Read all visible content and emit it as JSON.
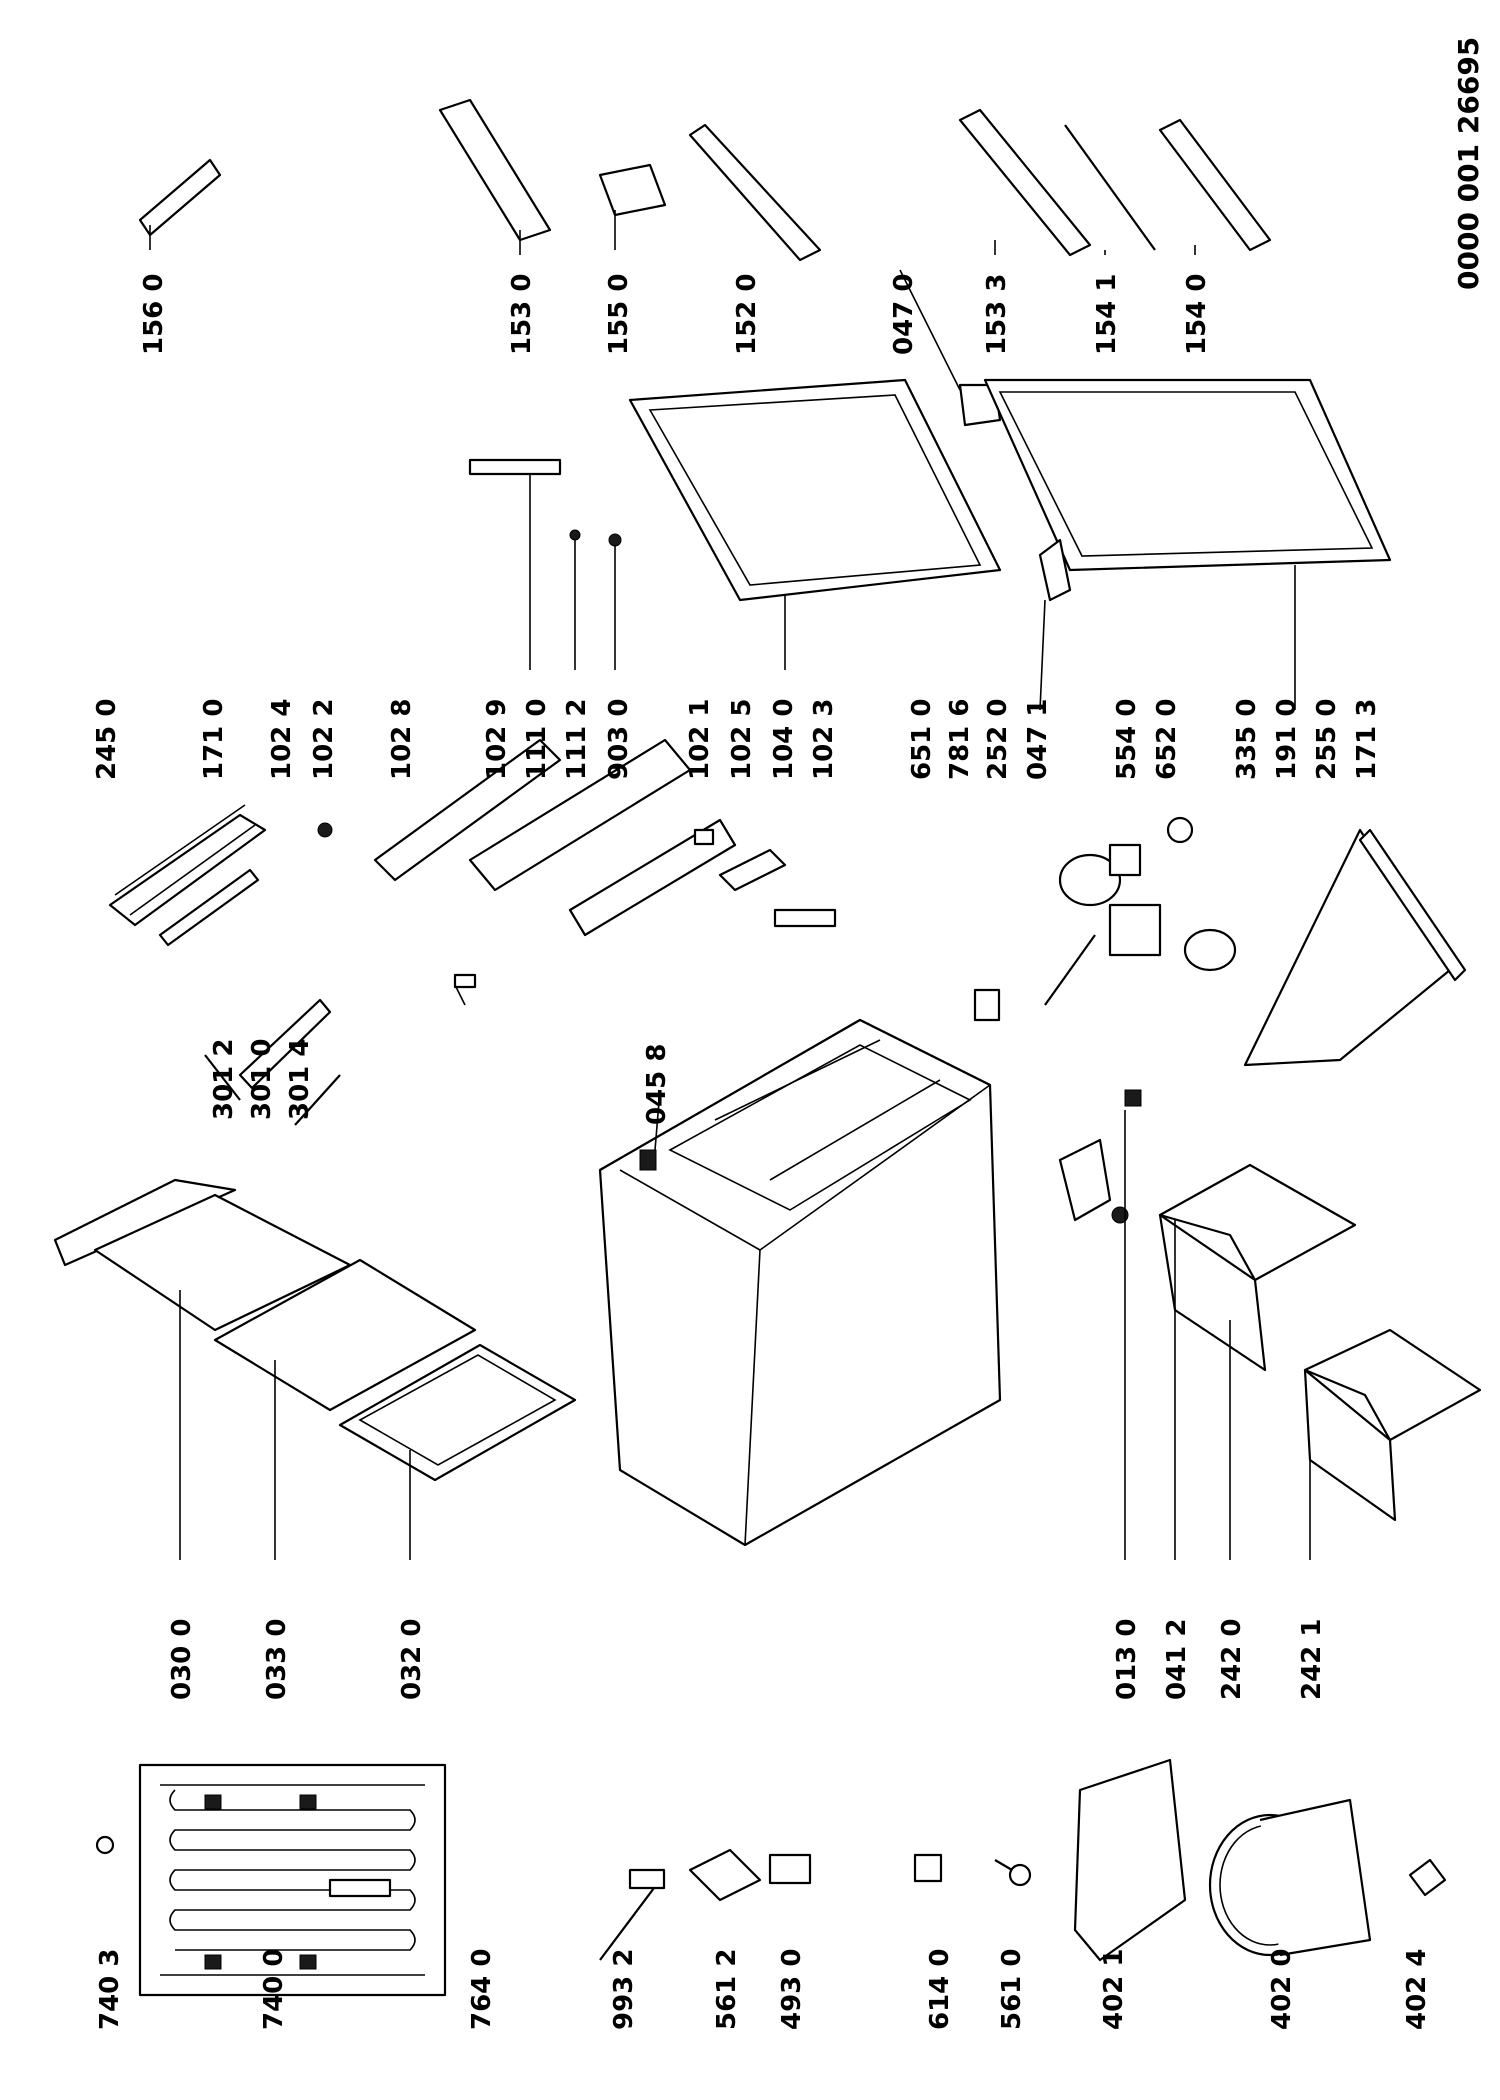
{
  "document_code": "0000 001 26695",
  "labels": {
    "p7403": "740 3",
    "p7400": "740 0",
    "p7640": "764 0",
    "p9932": "993 2",
    "p5612": "561 2",
    "p4930": "493 0",
    "p6140": "614 0",
    "p5610": "561 0",
    "p4021": "402 1",
    "p4020": "402 0",
    "p4024": "402 4",
    "p0300": "030 0",
    "p0330": "033 0",
    "p0320": "032 0",
    "p3012": "301 2",
    "p3010": "301 0",
    "p3014": "301 4",
    "p0458": "045 8",
    "p0130": "013 0",
    "p0412": "041 2",
    "p2420": "242 0",
    "p2421": "242 1",
    "p2450": "245 0",
    "p1710": "171 0",
    "p1024": "102 4",
    "p1022": "102 2",
    "p1028": "102 8",
    "p1029": "102 9",
    "p1110": "111 0",
    "p1112": "111 2",
    "p9030": "903 0",
    "p1021": "102 1",
    "p1025": "102 5",
    "p1040": "104 0",
    "p1023": "102 3",
    "p6510": "651 0",
    "p7816": "781 6",
    "p2520": "252 0",
    "p0471": "047 1",
    "p5540": "554 0",
    "p6520": "652 0",
    "p3350": "335 0",
    "p1910": "191 0",
    "p2550": "255 0",
    "p1713": "171 3",
    "p1560": "156 0",
    "p1530": "153 0",
    "p1550": "155 0",
    "p1520": "152 0",
    "p0470": "047 0",
    "p1533": "153 3",
    "p1541": "154 1",
    "p1540": "154 0"
  }
}
